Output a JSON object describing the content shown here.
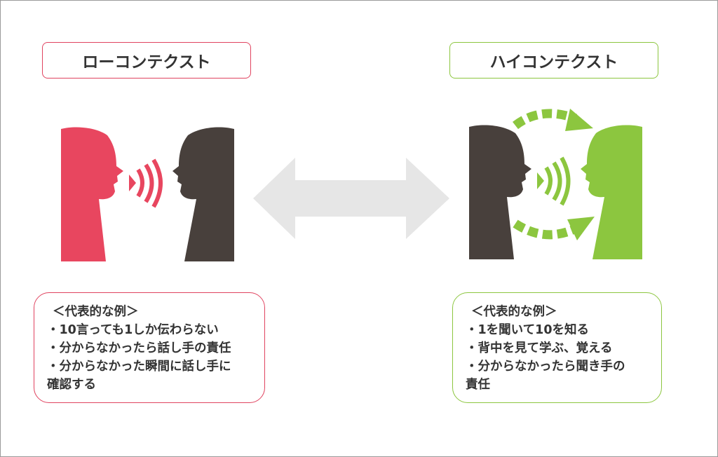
{
  "low_context": {
    "title": "ローコンテクスト",
    "color": "#e8465f",
    "example_heading": "＜代表的な例＞",
    "examples": [
      "・10言っても1しか伝わらない",
      "・分からなかったら話し手の責任",
      "・分からなかった瞬間に話し手に",
      "確認する"
    ]
  },
  "high_context": {
    "title": "ハイコンテクスト",
    "color": "#8cc63f",
    "example_heading": "＜代表的な例＞",
    "examples": [
      "・1を聞いて10を知る",
      "・背中を見て学ぶ、覚える",
      "・分からなかったら聞き手の",
      "責任"
    ]
  },
  "colors": {
    "speaker_dark": "#48403c",
    "arrow_gray": "#e6e6e6"
  }
}
